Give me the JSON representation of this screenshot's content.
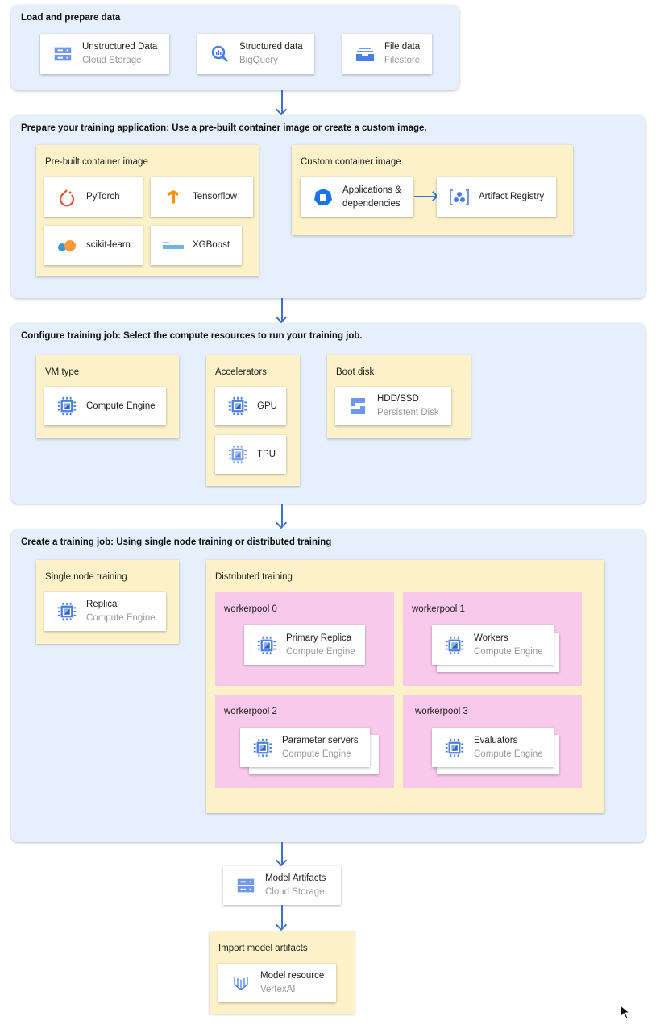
{
  "load": {
    "title": "Load and prepare data",
    "cards": [
      {
        "title": "Unstructured Data",
        "sub": "Cloud Storage",
        "icon": "cloud-storage-icon"
      },
      {
        "title": "Structured data",
        "sub": "BigQuery",
        "icon": "bigquery-icon"
      },
      {
        "title": "File data",
        "sub": "Filestore",
        "icon": "filestore-icon"
      }
    ]
  },
  "prepare": {
    "title": "Prepare your training application: Use a pre-built container image or create a custom image.",
    "prebuilt": {
      "label": "Pre-built container image",
      "items": [
        "PyTorch",
        "Tensorflow",
        "scikit-learn",
        "XGBoost"
      ]
    },
    "custom": {
      "label": "Custom container image",
      "apps": "Applications & dependencies",
      "registry": "Artifact Registry"
    }
  },
  "configure": {
    "title": "Configure training job: Select the compute resources to run your training job.",
    "vm": {
      "label": "VM type",
      "card": "Compute Engine"
    },
    "accel": {
      "label": "Accelerators",
      "gpu": "GPU",
      "tpu": "TPU"
    },
    "boot": {
      "label": "Boot disk",
      "title": "HDD/SSD",
      "sub": "Persistent Disk"
    }
  },
  "create": {
    "title": "Create a training job: Using single node training or distributed training",
    "single": {
      "label": "Single node training",
      "title": "Replica",
      "sub": "Compute Engine"
    },
    "distributed": {
      "label": "Distributed training",
      "pools": [
        {
          "label": "workerpool 0",
          "title": "Primary Replica",
          "sub": "Compute Engine"
        },
        {
          "label": "workerpool 1",
          "title": "Workers",
          "sub": "Compute Engine"
        },
        {
          "label": "workerpool 2",
          "title": "Parameter servers",
          "sub": "Compute Engine"
        },
        {
          "label": "workerpool 3",
          "title": "Evaluators",
          "sub": "Compute Engine"
        }
      ]
    }
  },
  "artifacts": {
    "title": "Model Artifacts",
    "sub": "Cloud Storage"
  },
  "import": {
    "label": "Import model artifacts",
    "title": "Model resource",
    "sub": "VertexAI"
  },
  "colors": {
    "section": "#e6effc",
    "group": "#fcf1c8",
    "pool": "#f9c9ec",
    "accent": "#3b6fe0"
  }
}
